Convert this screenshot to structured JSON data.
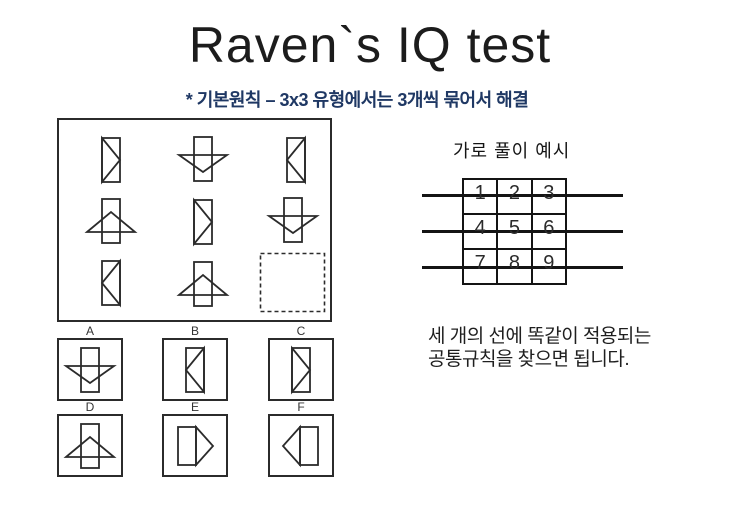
{
  "title": "Raven`s IQ test",
  "subtitle": "* 기본원칙 – 3x3 유형에서는 3개씩 묶어서 해결",
  "puzzle": {
    "cells": [
      {
        "shape": "rect-triangle-right-inside"
      },
      {
        "shape": "rect-triangle-down-overlay"
      },
      {
        "shape": "rect-triangle-left-inside"
      },
      {
        "shape": "rect-triangle-up-overlay"
      },
      {
        "shape": "rect-triangle-right-inside"
      },
      {
        "shape": "rect-triangle-down-overlay"
      },
      {
        "shape": "rect-triangle-left-inside"
      },
      {
        "shape": "rect-triangle-up-overlay"
      },
      {
        "shape": "empty-dashed"
      }
    ]
  },
  "options": [
    {
      "label": "A",
      "shape": "rect-triangle-down-overlay"
    },
    {
      "label": "B",
      "shape": "rect-triangle-left-inside"
    },
    {
      "label": "C",
      "shape": "rect-triangle-right-inside"
    },
    {
      "label": "D",
      "shape": "rect-triangle-up-overlay"
    },
    {
      "label": "E",
      "shape": "rect-triangle-right-outside"
    },
    {
      "label": "F",
      "shape": "rect-triangle-left-outside"
    }
  ],
  "example": {
    "heading": "가로 풀이 예시",
    "grid_numbers": [
      "1",
      "2",
      "3",
      "4",
      "5",
      "6",
      "7",
      "8",
      "9"
    ],
    "note_lines": [
      "세 개의 선에 똑같이 적용되는",
      "공통규칙을 찾으면 됩니다."
    ]
  },
  "colors": {
    "accent": "#1F3864",
    "ink": "#2B2B2B"
  }
}
